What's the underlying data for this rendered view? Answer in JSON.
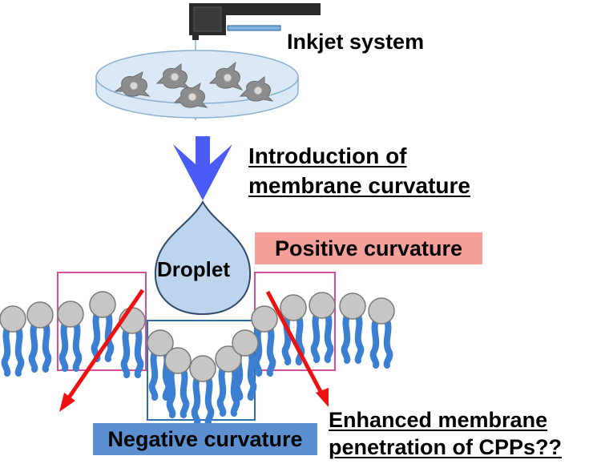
{
  "labels": {
    "inkjet": "Inkjet system",
    "introduction_line1": "Introduction of",
    "introduction_line2": "membrane curvature",
    "droplet": "Droplet",
    "positive": "Positive curvature",
    "negative": "Negative curvature",
    "enhanced_line1": "Enhanced membrane",
    "enhanced_line2": "penetration of CPPs??"
  },
  "colors": {
    "positive_bg": "#f6a09a",
    "negative_bg": "#5b8fd0",
    "arrow_blue": "#4a5cf5",
    "arrow_red": "#ee1111",
    "droplet_fill": "#bcd4ec",
    "droplet_stroke": "#2d4a6a",
    "lipid_head": "#c6c6c6",
    "lipid_tail": "#3a7fd2",
    "box_positive": "#d64ea0",
    "box_negative": "#2e6fb0",
    "dish_fill": "#dbe9f6",
    "dish_stroke": "#88aed0",
    "cell_fill": "#8c8c8c"
  }
}
